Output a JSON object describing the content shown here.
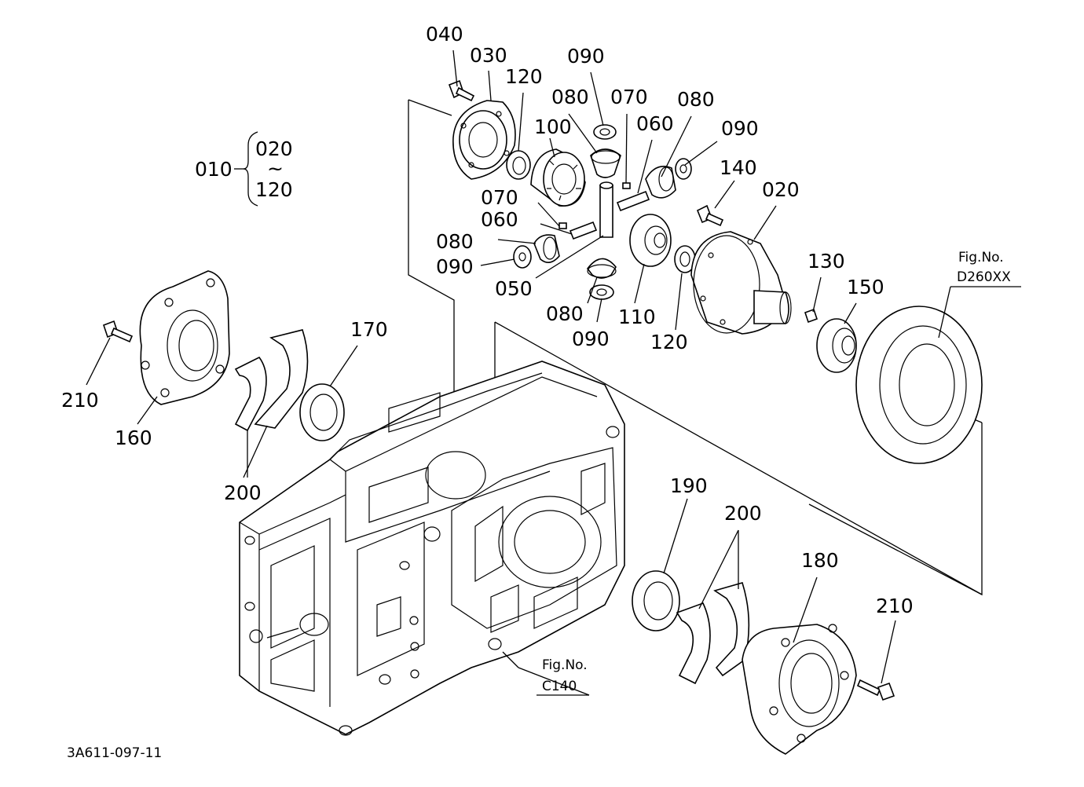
{
  "drawing_code": "3A611-097-11",
  "assembly": {
    "label": "010",
    "range_start": "020",
    "range_sep": "~",
    "range_end": "120"
  },
  "part_labels": [
    {
      "id": "p040",
      "text": "040"
    },
    {
      "id": "p030",
      "text": "030"
    },
    {
      "id": "p120a",
      "text": "120"
    },
    {
      "id": "p090a",
      "text": "090"
    },
    {
      "id": "p080a",
      "text": "080"
    },
    {
      "id": "p070a",
      "text": "070"
    },
    {
      "id": "p080b",
      "text": "080"
    },
    {
      "id": "p100",
      "text": "100"
    },
    {
      "id": "p060a",
      "text": "060"
    },
    {
      "id": "p090b",
      "text": "090"
    },
    {
      "id": "p140",
      "text": "140"
    },
    {
      "id": "p020",
      "text": "020"
    },
    {
      "id": "p070b",
      "text": "070"
    },
    {
      "id": "p060b",
      "text": "060"
    },
    {
      "id": "p080c",
      "text": "080"
    },
    {
      "id": "p090c",
      "text": "090"
    },
    {
      "id": "p050",
      "text": "050"
    },
    {
      "id": "p080d",
      "text": "080"
    },
    {
      "id": "p110",
      "text": "110"
    },
    {
      "id": "p090d",
      "text": "090"
    },
    {
      "id": "p120b",
      "text": "120"
    },
    {
      "id": "p130",
      "text": "130"
    },
    {
      "id": "p150",
      "text": "150"
    },
    {
      "id": "p170",
      "text": "170"
    },
    {
      "id": "p210a",
      "text": "210"
    },
    {
      "id": "p160",
      "text": "160"
    },
    {
      "id": "p200a",
      "text": "200"
    },
    {
      "id": "p190",
      "text": "190"
    },
    {
      "id": "p200b",
      "text": "200"
    },
    {
      "id": "p180",
      "text": "180"
    },
    {
      "id": "p210b",
      "text": "210"
    }
  ],
  "figure_refs": [
    {
      "id": "fig_d260",
      "line1": "Fig.No.",
      "line2": "D260XX"
    },
    {
      "id": "fig_c140",
      "line1": "Fig.No.",
      "line2": "C140"
    }
  ]
}
